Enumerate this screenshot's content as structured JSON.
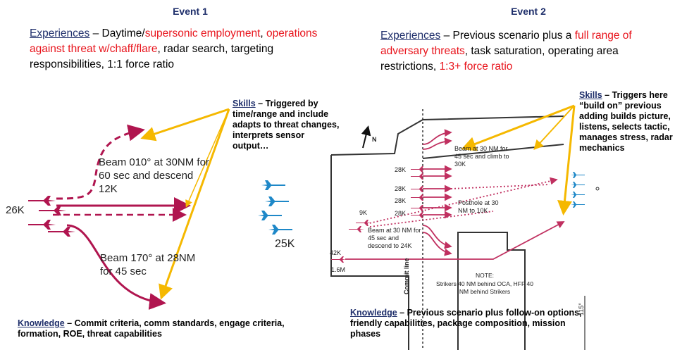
{
  "event1": {
    "title": "Event 1",
    "experiences": {
      "label": "Experiences",
      "sep": " – ",
      "t1": "Daytime/",
      "r1": "supersonic employment",
      "t2": ",",
      "r2": "operations against threat w/chaff/flare",
      "t3": ", radar search, targeting responsibilities, 1:1 force ratio"
    },
    "skills": {
      "label": "Skills",
      "text": " – Triggered by time/range and include adapts to threat changes, interprets sensor output…"
    },
    "knowledge": {
      "label": "Knowledge",
      "text": " – Commit criteria, comm standards, engage criteria, formation, ROE, threat capabilities"
    },
    "diagram": {
      "beam1": "Beam 010° at 30NM for 60 sec and descend 12K",
      "beam2": "Beam 170° at 28NM for 45 sec",
      "alt_friendly": "26K",
      "alt_threat": "25K"
    }
  },
  "event2": {
    "title": "Event 2",
    "experiences": {
      "label": "Experiences",
      "sep": " – ",
      "t1": "Previous scenario plus a ",
      "r1": "full range of adversary threats",
      "t2": ", task saturation, operating area restrictions, ",
      "r2": "1:3+ force ratio"
    },
    "skills": {
      "label": "Skills",
      "text": " – Triggers here “build on” previous adding builds picture, listens, selects tactic, manages stress, radar mechanics"
    },
    "knowledge": {
      "label": "Knowledge",
      "text": " – Previous scenario plus follow-on options, friendly capabilities, package composition, mission phases"
    },
    "diagram": {
      "north": "N",
      "beam_top": "Beam at 30 NM for 45 sec and climb to 30K",
      "beam_bottom": "Beam at 30 NM for 45 sec and descend to 24K",
      "posthole": "Posthole at 30 NM to 10K",
      "alts": [
        "28K",
        "28K",
        "28K",
        "28K"
      ],
      "alt_9k": "9K",
      "alt_42k": "42K",
      "mach": "1.6M",
      "commit_line": "Commit line",
      "note_title": "NOTE:",
      "note_text": "Strikers 40 NM behind OCA, HFF 40 NM behind Strikers",
      "bullseye": "115°"
    }
  },
  "colors": {
    "title_blue": "#1f2f6b",
    "highlight_red": "#e8141c",
    "arrow_yellow": "#f5b800",
    "aircraft_magenta": "#b0154f",
    "threat_blue": "#1e88c8"
  }
}
